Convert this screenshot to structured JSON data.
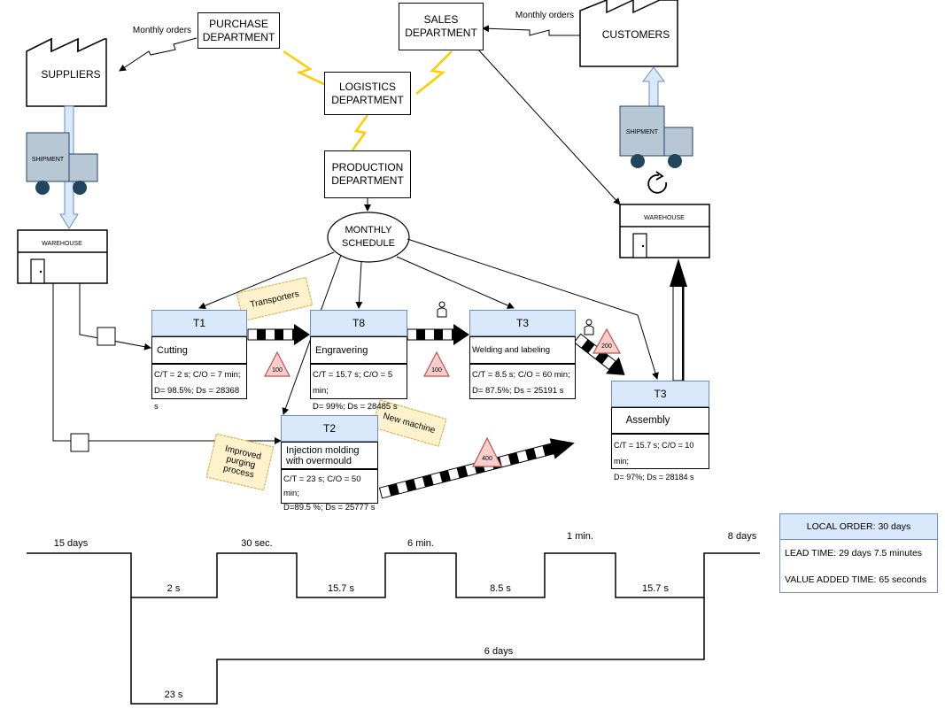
{
  "departments": {
    "purchase": "PURCHASE DEPARTMENT",
    "sales": "SALES DEPARTMENT",
    "logistics": "LOGISTICS DEPARTMENT",
    "production": "PRODUCTION DEPARTMENT"
  },
  "suppliers": "SUPPLIERS",
  "customers": "CUSTOMERS",
  "monthly_orders_left": "Monthly orders",
  "monthly_orders_right": "Monthly orders",
  "shipment_left": "SHIPMENT",
  "shipment_right": "SHIPMENT",
  "warehouse_left": "WAREHOUSE",
  "warehouse_right": "WAREHOUSE",
  "schedule": "MONTHLY SCHEDULE",
  "processes": {
    "t1": {
      "id": "T1",
      "name": "Cutting",
      "data1": "C/T = 2 s; C/O = 7 min;",
      "data2": "D= 98.5%; Ds = 28368 s"
    },
    "t8": {
      "id": "T8",
      "name": "Engravering",
      "data1": "C/T = 15.7 s; C/O = 5 min;",
      "data2": "D= 99%; Ds = 28485 s"
    },
    "t3a": {
      "id": "T3",
      "name": "Welding and labeling",
      "data1": "C/T = 8.5 s; C/O = 60 min;",
      "data2": "D= 87.5%; Ds = 25191 s"
    },
    "t2": {
      "id": "T2",
      "name": "Injection molding with overmould",
      "data1": "C/T = 23 s; C/O = 50 min;",
      "data2": "D=89.5 %; Ds = 25777 s"
    },
    "t3b": {
      "id": "T3",
      "name": "Assembly",
      "data1": "C/T = 15.7 s; C/O = 10 min;",
      "data2": "D= 97%; Ds = 28184 s"
    }
  },
  "kaizen": {
    "transporters": "Transporters",
    "new_machine": "New machine",
    "improved": "Improved purging process"
  },
  "inventory": {
    "a": "100",
    "b": "100",
    "c": "200",
    "d": "400"
  },
  "timeline": {
    "upper": [
      "15 days",
      "30 sec.",
      "6 min.",
      "1 min.",
      "8 days"
    ],
    "lower": [
      "2 s",
      "15.7 s",
      "8.5 s",
      "15.7 s"
    ],
    "bottom": "23 s",
    "long": "6 days"
  },
  "summary": {
    "local_order": "LOCAL ORDER: 30 days",
    "lead_time": "LEAD TIME: 29 days 7.5 minutes",
    "value_added": "VALUE ADDED TIME: 65 seconds"
  },
  "colors": {
    "process_header": "#dae8fc",
    "kaizen": "#fff2cc",
    "kaizen_border": "#d6b656",
    "inventory": "#f8cecc",
    "inventory_border": "#b85450",
    "lightning": "#ffcc00",
    "truck": "#b7c7d6",
    "wheel": "#23445d"
  }
}
